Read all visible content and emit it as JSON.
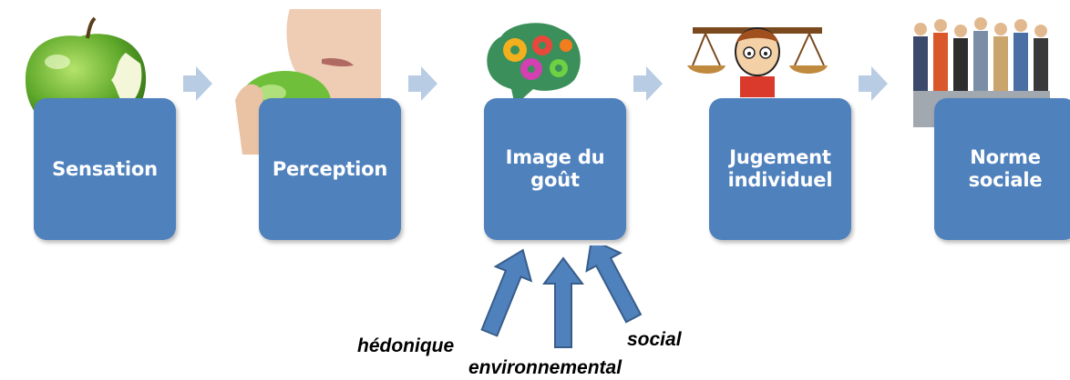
{
  "steps": [
    {
      "label": "Sensation"
    },
    {
      "label": "Perception"
    },
    {
      "label": "Image du goût"
    },
    {
      "label": "Jugement individuel"
    },
    {
      "label": "Norme sociale"
    }
  ],
  "influences": [
    {
      "label": "hédonique"
    },
    {
      "label": "environnemental"
    },
    {
      "label": "social"
    }
  ],
  "colors": {
    "box": "#4f81bd",
    "flow_arrow": "#b8cce4",
    "influence_arrow": "#4f81bd",
    "label": "#000000"
  },
  "images": [
    {
      "icon": "bitten-green-apple"
    },
    {
      "icon": "person-biting-apple"
    },
    {
      "icon": "brain-with-gears"
    },
    {
      "icon": "cartoon-boy-holding-balance-scale"
    },
    {
      "icon": "crowd-of-people"
    }
  ]
}
